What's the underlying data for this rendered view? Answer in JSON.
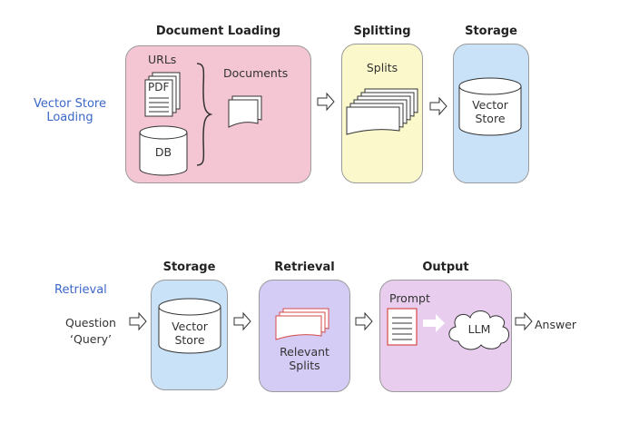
{
  "loading_section": {
    "label_line1": "Vector Store",
    "label_line2": "Loading",
    "heading_document_loading": "Document Loading",
    "heading_splitting": "Splitting",
    "heading_storage": "Storage",
    "urls": "URLs",
    "pdf": "PDF",
    "db": "DB",
    "documents": "Documents",
    "splits": "Splits",
    "vector_store_line1": "Vector",
    "vector_store_line2": "Store"
  },
  "retrieval_section": {
    "label": "Retrieval",
    "heading_storage": "Storage",
    "heading_retrieval": "Retrieval",
    "heading_output": "Output",
    "question_line1": "Question",
    "question_line2": "‘Query’",
    "vector_store_line1": "Vector",
    "vector_store_line2": "Store",
    "relevant_line1": "Relevant",
    "relevant_line2": "Splits",
    "prompt": "Prompt",
    "llm": "LLM",
    "answer": "Answer"
  },
  "colors": {
    "pink": "#f4c6d3",
    "yellow": "#fbf8cb",
    "light_blue": "#c9e2f8",
    "lavender": "#d4ccf5",
    "light_purple": "#e8cdee",
    "red_accent": "#d64a4a",
    "label_blue": "#3c67c7"
  }
}
